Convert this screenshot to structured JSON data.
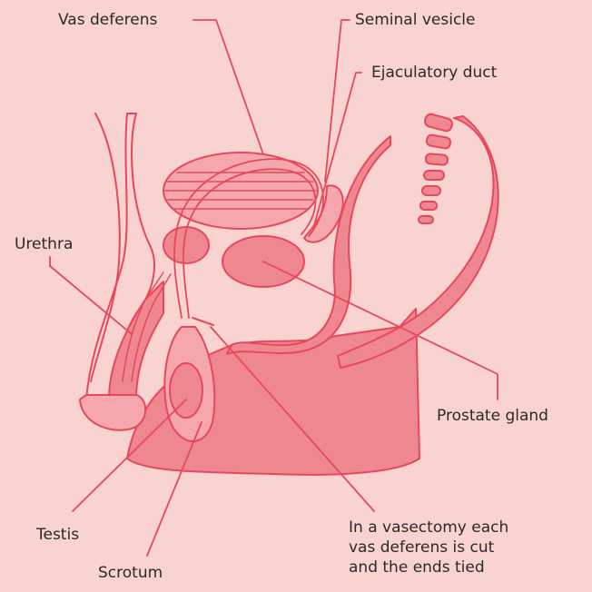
{
  "colors": {
    "background": "#f9d3d0",
    "line": "#e8485a",
    "fill_dark": "#ef8791",
    "fill_mid": "#f5a7ad",
    "text": "#2a2a2a"
  },
  "labels": {
    "vas_deferens": "Vas deferens",
    "seminal_vesicle": "Seminal vesicle",
    "ejaculatory_duct": "Ejaculatory duct",
    "urethra": "Urethra",
    "prostate_gland": "Prostate gland",
    "testis": "Testis",
    "scrotum": "Scrotum",
    "vasectomy_note": [
      "In a vasectomy each",
      "vas deferens is cut",
      "and the ends tied"
    ]
  }
}
